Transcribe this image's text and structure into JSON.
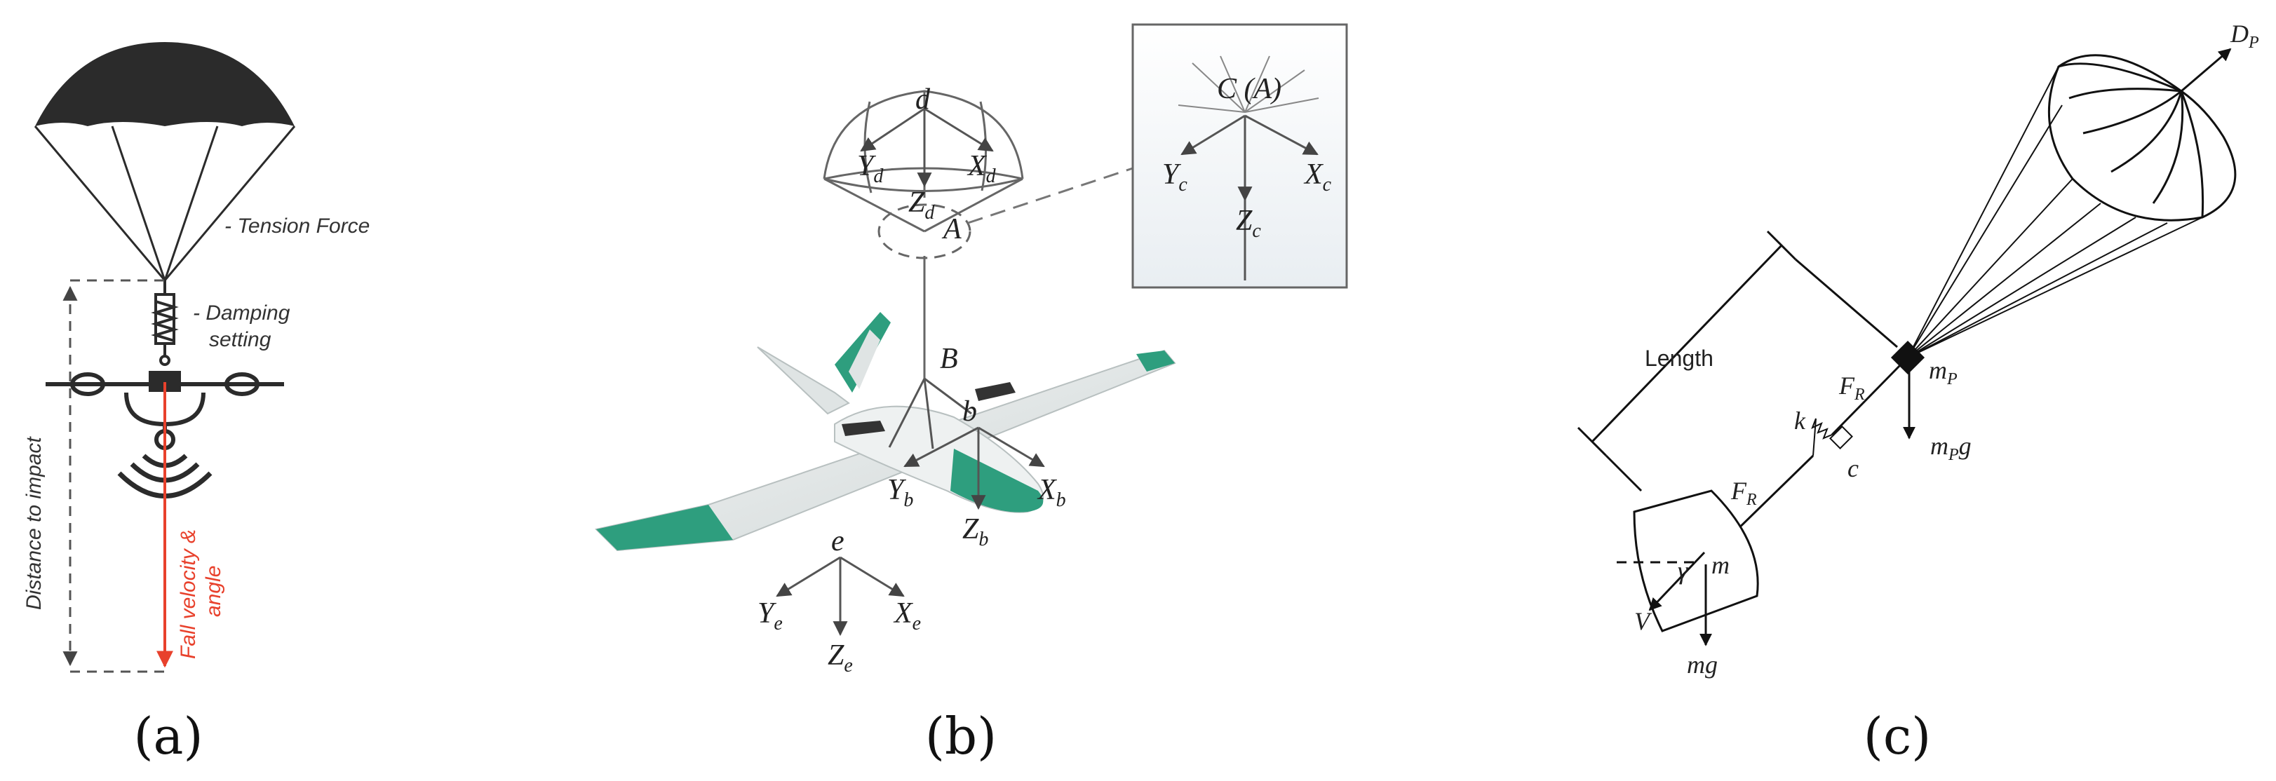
{
  "panels": {
    "a": {
      "caption": "(a)",
      "tension_label": "- Tension Force",
      "damping_label_line1": "- Damping",
      "damping_label_line2": "setting",
      "distance_label": "Distance to impact",
      "fall_label_line1": "Fall velocity &",
      "fall_label_line2": "angle",
      "accent_color": "#e8412c"
    },
    "b": {
      "caption": "(b)",
      "parachute_origin": "d",
      "Xd": "X",
      "Xd_sub": "d",
      "Yd": "Y",
      "Yd_sub": "d",
      "Zd": "Z",
      "Zd_sub": "d",
      "A": "A",
      "inset_label": "C (A)",
      "Xc": "X",
      "Xc_sub": "c",
      "Yc": "Y",
      "Yc_sub": "c",
      "Zc": "Z",
      "Zc_sub": "c",
      "B": "B",
      "b": "b",
      "Xb": "X",
      "Xb_sub": "b",
      "Yb": "Y",
      "Yb_sub": "b",
      "Zb": "Z",
      "Zb_sub": "b",
      "e": "e",
      "Xe": "X",
      "Xe_sub": "e",
      "Ye": "Y",
      "Ye_sub": "e",
      "Ze": "Z",
      "Ze_sub": "e",
      "aircraft_color": "#2e9e7e"
    },
    "c": {
      "caption": "(c)",
      "DP": "D",
      "DP_sub": "P",
      "mP": "m",
      "mP_sub": "P",
      "mPg_m": "m",
      "mPg_sub": "P",
      "mPg_g": "g",
      "length_label": "Length",
      "FR_upper": "F",
      "FR_upper_sub": "R",
      "FR_lower": "F",
      "FR_lower_sub": "R",
      "k": "k",
      "c": "c",
      "m": "m",
      "gamma": "γ",
      "V": "V",
      "mg": "mg"
    }
  }
}
